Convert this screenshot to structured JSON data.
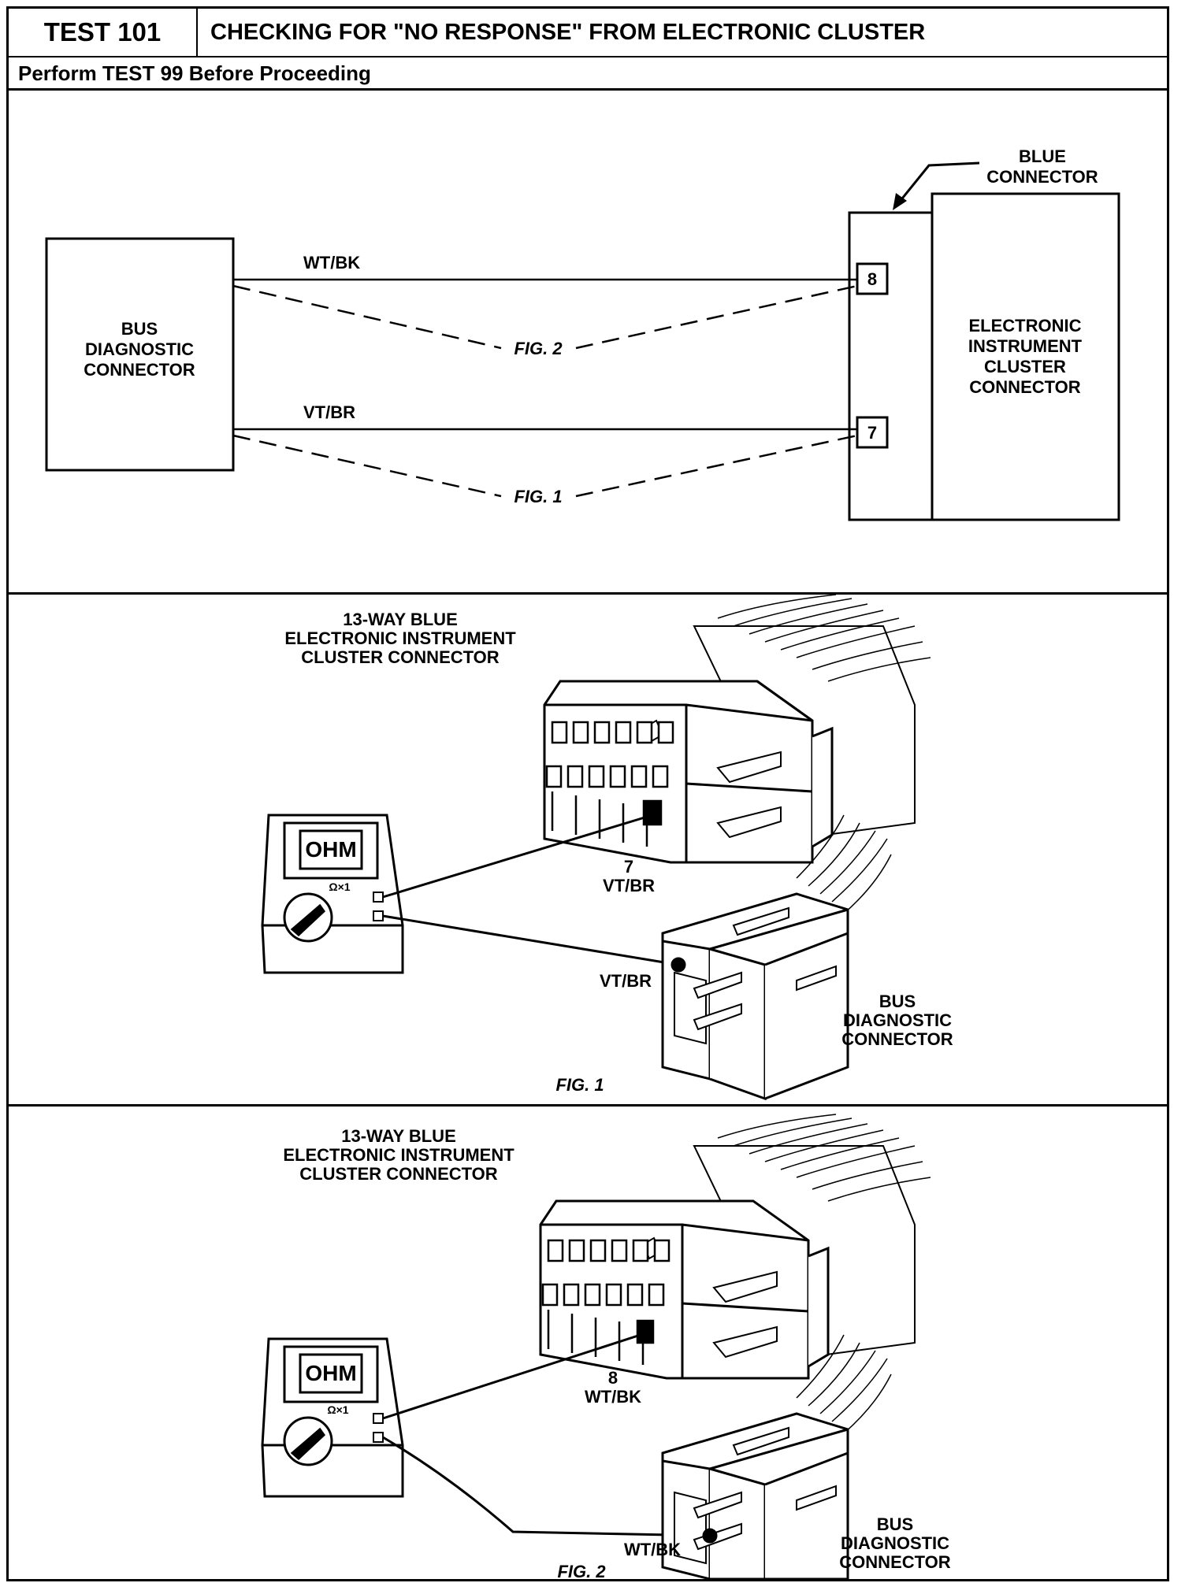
{
  "header": {
    "test_id": "TEST 101",
    "title": "CHECKING FOR \"NO RESPONSE\" FROM ELECTRONIC CLUSTER",
    "prerequisite": "Perform TEST 99 Before Proceeding"
  },
  "schematic": {
    "left_box": [
      "BUS",
      "DIAGNOSTIC",
      "CONNECTOR"
    ],
    "right_box": [
      "ELECTRONIC",
      "INSTRUMENT",
      "CLUSTER",
      "CONNECTOR"
    ],
    "blue_connector": [
      "BLUE",
      "CONNECTOR"
    ],
    "wire_top": "WT/BK",
    "wire_bottom": "VT/BR",
    "pin_top": "8",
    "pin_bottom": "7",
    "fig_top": "FIG. 2",
    "fig_bottom": "FIG. 1"
  },
  "fig1": {
    "connector_label": [
      "13-WAY BLUE",
      "ELECTRONIC INSTRUMENT",
      "CLUSTER CONNECTOR"
    ],
    "meter_display": "OHM",
    "meter_range": "Ω×1",
    "pin_number": "7",
    "pin_wire": "VT/BR",
    "bus_wire": "VT/BR",
    "bus_label": [
      "BUS",
      "DIAGNOSTIC",
      "CONNECTOR"
    ],
    "caption": "FIG. 1"
  },
  "fig2": {
    "connector_label": [
      "13-WAY BLUE",
      "ELECTRONIC INSTRUMENT",
      "CLUSTER CONNECTOR"
    ],
    "meter_display": "OHM",
    "meter_range": "Ω×1",
    "pin_number": "8",
    "pin_wire": "WT/BK",
    "bus_wire": "WT/BK",
    "bus_label": [
      "BUS",
      "DIAGNOSTIC",
      "CONNECTOR"
    ],
    "caption": "FIG. 2"
  }
}
